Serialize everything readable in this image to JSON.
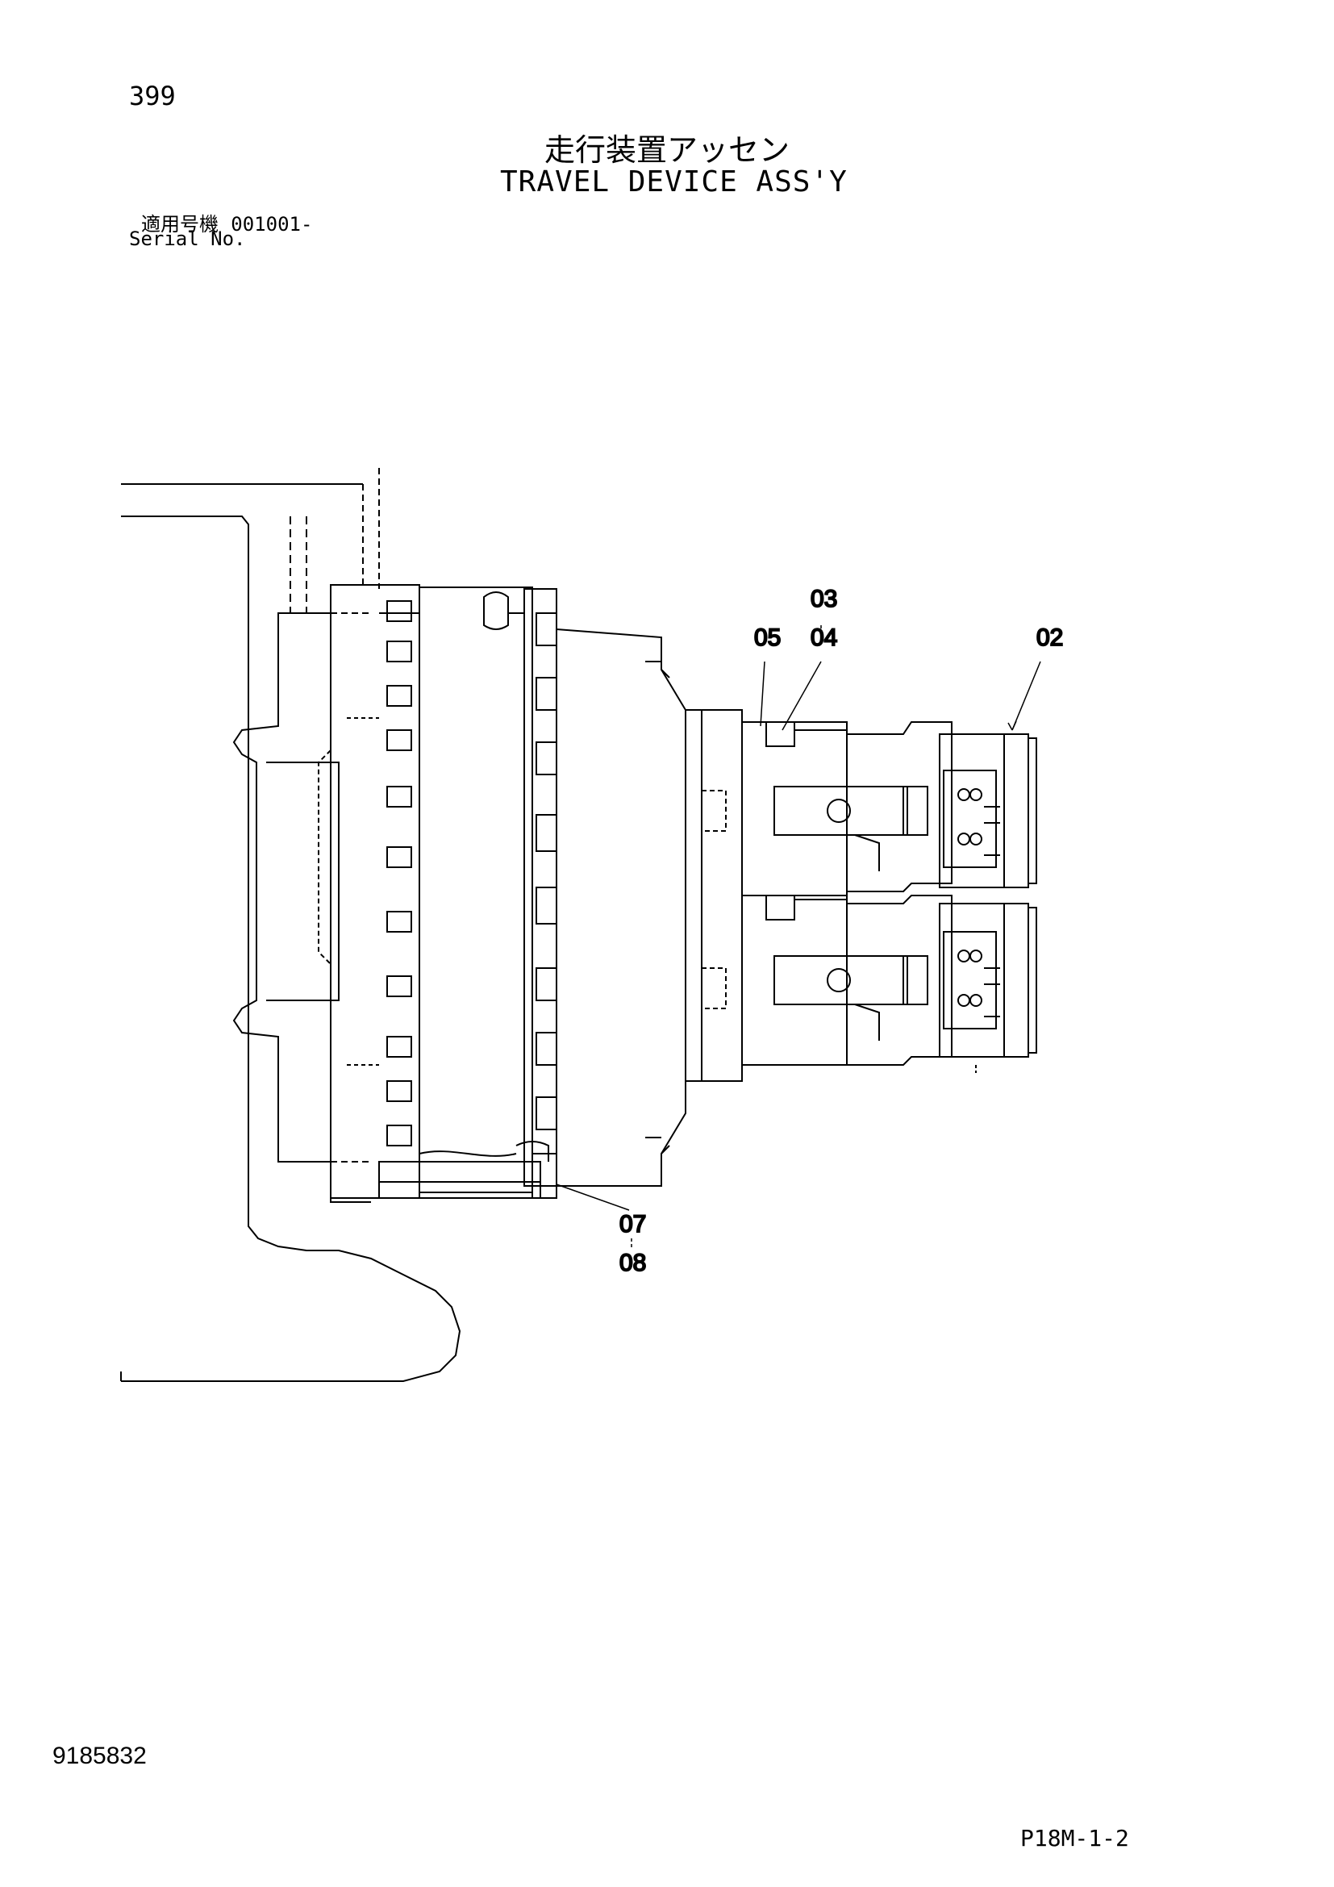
{
  "header": {
    "page_number": "399",
    "title_jp": "走行装置アッセン",
    "title_en": "TRAVEL DEVICE ASS'Y",
    "serial_label_jp": "適用号機",
    "serial_range": "001001-",
    "serial_label_en": "Serial No."
  },
  "callouts": {
    "c02": "02",
    "c03": "03",
    "c04": "04",
    "c05": "05",
    "c07": "07",
    "c08": "08"
  },
  "footer": {
    "doc_number": "9185832",
    "figure_code": "P18M-1-2"
  }
}
